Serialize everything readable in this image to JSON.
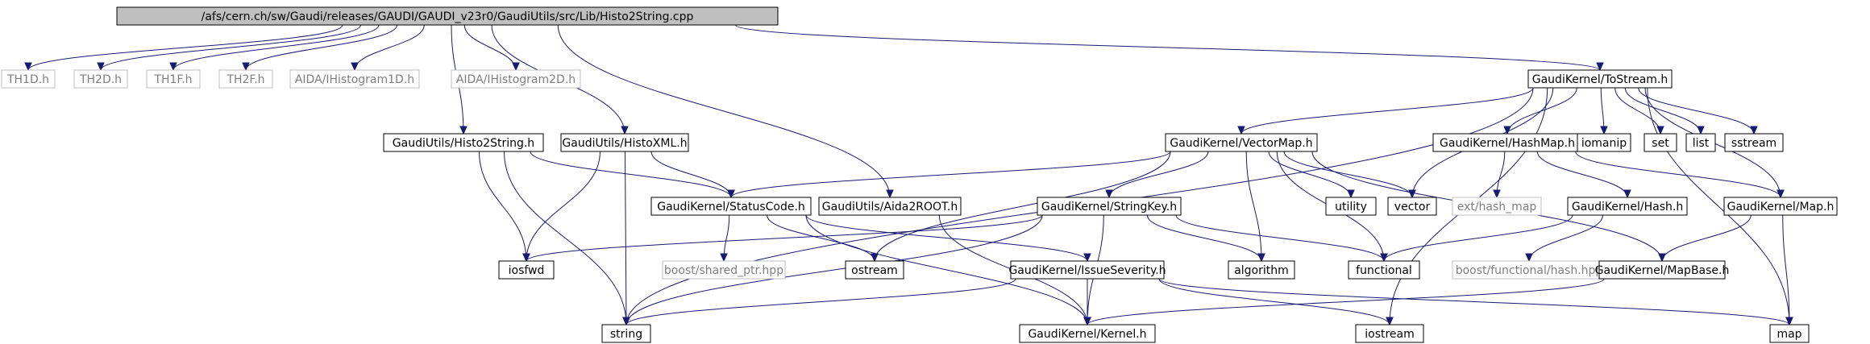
{
  "colors": {
    "edge": "#191970",
    "root_fill": "#bfbfbf",
    "node_border": "#000000",
    "missing_border": "#bfbfbf",
    "missing_text": "#7f7f7f",
    "text": "#000000"
  },
  "nodes": [
    {
      "id": "root",
      "label": "/afs/cern.ch/sw/Gaudi/releases/GAUDI/GAUDI_v23r0/GaudiUtils/src/Lib/Histo2String.cpp",
      "kind": "root"
    },
    {
      "id": "th1d",
      "label": "TH1D.h",
      "kind": "missing"
    },
    {
      "id": "th2d",
      "label": "TH2D.h",
      "kind": "missing"
    },
    {
      "id": "th1f",
      "label": "TH1F.h",
      "kind": "missing"
    },
    {
      "id": "th2f",
      "label": "TH2F.h",
      "kind": "missing"
    },
    {
      "id": "aida1",
      "label": "AIDA/IHistogram1D.h",
      "kind": "missing"
    },
    {
      "id": "aida2",
      "label": "AIDA/IHistogram2D.h",
      "kind": "missing"
    },
    {
      "id": "tostream",
      "label": "GaudiKernel/ToStream.h",
      "kind": "normal"
    },
    {
      "id": "h2s",
      "label": "GaudiUtils/Histo2String.h",
      "kind": "normal"
    },
    {
      "id": "hxml",
      "label": "GaudiUtils/HistoXML.h",
      "kind": "normal"
    },
    {
      "id": "vmap",
      "label": "GaudiKernel/VectorMap.h",
      "kind": "normal"
    },
    {
      "id": "hmap",
      "label": "GaudiKernel/HashMap.h",
      "kind": "normal"
    },
    {
      "id": "iomanip",
      "label": "iomanip",
      "kind": "normal"
    },
    {
      "id": "set",
      "label": "set",
      "kind": "normal"
    },
    {
      "id": "list",
      "label": "list",
      "kind": "normal"
    },
    {
      "id": "sstream",
      "label": "sstream",
      "kind": "normal"
    },
    {
      "id": "sc",
      "label": "GaudiKernel/StatusCode.h",
      "kind": "normal"
    },
    {
      "id": "a2r",
      "label": "GaudiUtils/Aida2ROOT.h",
      "kind": "normal"
    },
    {
      "id": "skey",
      "label": "GaudiKernel/StringKey.h",
      "kind": "normal"
    },
    {
      "id": "utility",
      "label": "utility",
      "kind": "normal"
    },
    {
      "id": "vector",
      "label": "vector",
      "kind": "normal"
    },
    {
      "id": "exthash",
      "label": "ext/hash_map",
      "kind": "missing"
    },
    {
      "id": "hash",
      "label": "GaudiKernel/Hash.h",
      "kind": "normal"
    },
    {
      "id": "map_h",
      "label": "GaudiKernel/Map.h",
      "kind": "normal"
    },
    {
      "id": "iosfwd",
      "label": "iosfwd",
      "kind": "normal"
    },
    {
      "id": "bsp",
      "label": "boost/shared_ptr.hpp",
      "kind": "missing"
    },
    {
      "id": "ostream",
      "label": "ostream",
      "kind": "normal"
    },
    {
      "id": "isev",
      "label": "GaudiKernel/IssueSeverity.h",
      "kind": "normal"
    },
    {
      "id": "algorithm",
      "label": "algorithm",
      "kind": "normal"
    },
    {
      "id": "functional",
      "label": "functional",
      "kind": "normal"
    },
    {
      "id": "bfh",
      "label": "boost/functional/hash.hpp",
      "kind": "missing"
    },
    {
      "id": "mapbase",
      "label": "GaudiKernel/MapBase.h",
      "kind": "normal"
    },
    {
      "id": "string",
      "label": "string",
      "kind": "normal"
    },
    {
      "id": "kernel",
      "label": "GaudiKernel/Kernel.h",
      "kind": "normal"
    },
    {
      "id": "iostream",
      "label": "iostream",
      "kind": "normal"
    },
    {
      "id": "map",
      "label": "map",
      "kind": "normal"
    }
  ],
  "edges": [
    [
      "root",
      "th1d"
    ],
    [
      "root",
      "th2d"
    ],
    [
      "root",
      "th1f"
    ],
    [
      "root",
      "th2f"
    ],
    [
      "root",
      "aida1"
    ],
    [
      "root",
      "aida2"
    ],
    [
      "root",
      "tostream"
    ],
    [
      "root",
      "h2s"
    ],
    [
      "root",
      "hxml"
    ],
    [
      "root",
      "a2r"
    ],
    [
      "tostream",
      "vmap"
    ],
    [
      "tostream",
      "hmap"
    ],
    [
      "tostream",
      "iomanip"
    ],
    [
      "tostream",
      "set"
    ],
    [
      "tostream",
      "list"
    ],
    [
      "tostream",
      "sstream"
    ],
    [
      "tostream",
      "vector"
    ],
    [
      "tostream",
      "map_h"
    ],
    [
      "tostream",
      "string"
    ],
    [
      "tostream",
      "iostream"
    ],
    [
      "tostream",
      "map"
    ],
    [
      "h2s",
      "sc"
    ],
    [
      "h2s",
      "iosfwd"
    ],
    [
      "h2s",
      "string"
    ],
    [
      "hxml",
      "sc"
    ],
    [
      "hxml",
      "iosfwd"
    ],
    [
      "hxml",
      "string"
    ],
    [
      "vmap",
      "sc"
    ],
    [
      "vmap",
      "skey"
    ],
    [
      "vmap",
      "utility"
    ],
    [
      "vmap",
      "vector"
    ],
    [
      "vmap",
      "ostream"
    ],
    [
      "vmap",
      "algorithm"
    ],
    [
      "vmap",
      "functional"
    ],
    [
      "vmap",
      "mapbase"
    ],
    [
      "hmap",
      "exthash"
    ],
    [
      "hmap",
      "hash"
    ],
    [
      "hmap",
      "map_h"
    ],
    [
      "sc",
      "bsp"
    ],
    [
      "sc",
      "ostream"
    ],
    [
      "sc",
      "isev"
    ],
    [
      "sc",
      "kernel"
    ],
    [
      "a2r",
      "kernel"
    ],
    [
      "skey",
      "iosfwd"
    ],
    [
      "skey",
      "string"
    ],
    [
      "skey",
      "algorithm"
    ],
    [
      "skey",
      "functional"
    ],
    [
      "skey",
      "kernel"
    ],
    [
      "hash",
      "functional"
    ],
    [
      "hash",
      "bfh"
    ],
    [
      "map_h",
      "mapbase"
    ],
    [
      "map_h",
      "map"
    ],
    [
      "isev",
      "string"
    ],
    [
      "isev",
      "kernel"
    ],
    [
      "isev",
      "iostream"
    ],
    [
      "isev",
      "map"
    ],
    [
      "mapbase",
      "kernel"
    ]
  ]
}
